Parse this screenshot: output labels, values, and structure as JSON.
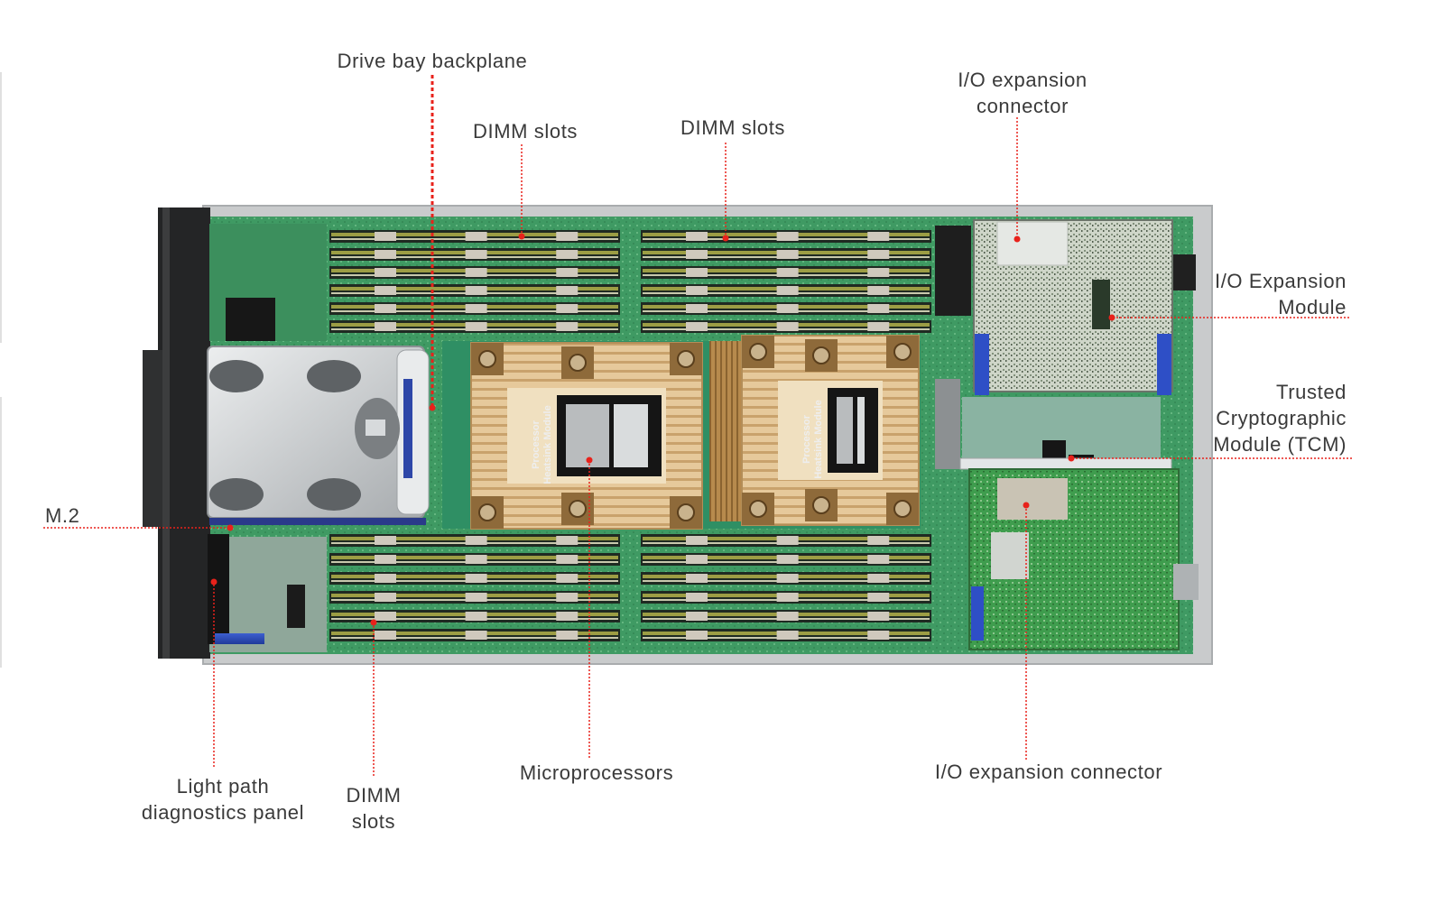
{
  "colors": {
    "leader": "#e8221b",
    "label": "#3a3a3a",
    "dimm_gold": "#9a9a3c",
    "pcb": "#2e8a58",
    "heatsink": "#d8b98a",
    "chassis": "#c9cbcc"
  },
  "labels": {
    "drive_bay_backplane": "Drive bay backplane",
    "dimm_top_left": "DIMM slots",
    "dimm_top_right": "DIMM slots",
    "io_conn_top": [
      "I/O expansion",
      "connector"
    ],
    "io_module": [
      "I/O Expansion",
      "Module"
    ],
    "tcm": [
      "Trusted",
      "Cryptographic",
      "Module (TCM)"
    ],
    "m2": "M.2",
    "light_path": [
      "Light path",
      "diagnostics panel"
    ],
    "dimm_bottom": [
      "DIMM",
      "slots"
    ],
    "microprocessors": "Microprocessors",
    "io_conn_bottom": "I/O expansion connector"
  },
  "heatsink_text": [
    "Processor",
    "Heatsink Module"
  ]
}
